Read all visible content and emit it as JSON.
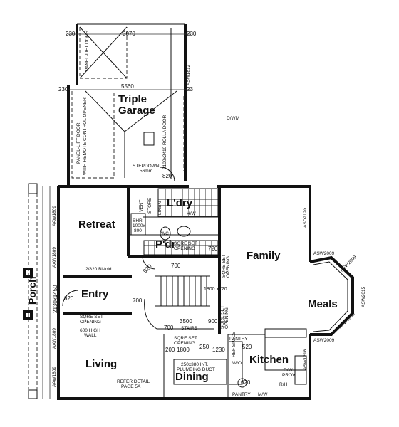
{
  "rooms": {
    "triple_garage_1": "Triple",
    "triple_garage_2": "Garage",
    "laundry": "L'dry",
    "retreat": "Retreat",
    "powder": "P'dr",
    "family": "Family",
    "entry": "Entry",
    "porch": "Porch",
    "meals": "Meals",
    "living": "Living",
    "kitchen": "Kitchen",
    "dining": "Dining"
  },
  "dimensions": {
    "garage_top_left": "230",
    "garage_top_mid": "3070",
    "garage_top_right": "230",
    "garage_mid_left": "230",
    "garage_mid_mid": "5560",
    "garage_mid_right": "23",
    "d820_a": "820",
    "d820_b": "820",
    "d700_a": "700",
    "d700_b": "700",
    "d700_c": "700",
    "d3500": "3500",
    "d900": "900",
    "d1800": "1800",
    "d250": "250",
    "d1230": "1230",
    "d200": "200",
    "d520": "520",
    "d620": "620",
    "d720": "720",
    "d920": "920",
    "d2130x1450": "2130x1450",
    "d1800x720": "1800 x720"
  },
  "annotations": {
    "panel_lift_door_top": "PANEL-LIFT DOOR",
    "panel_lift_door_main": "PANEL-LIFT DOOR",
    "remote_opener": "WITH REMOTE CONTROL OPENER",
    "rolla_door": "2100x2410 ROLLA DOOR",
    "asw1812": "ASW1812",
    "stepdown_1": "STEPDOWN",
    "stepdown_2": "56mm",
    "store": "STORE",
    "linen": "LINEN",
    "vent": "VENT",
    "shr": "SHR",
    "shr_size": "1000x",
    "shr_size2": "800",
    "wc": "WC",
    "hw": "H/W",
    "aw1809_a": "AAW1809",
    "aw1809_b": "AAW1809",
    "aw1809_c": "AAW1809",
    "aw1809_d": "AAW1809",
    "asd2120": "ASD2120",
    "asw2009_a": "ASW2009",
    "afw2009_a": "AFW2009",
    "asw2015": "ASW2015",
    "afw2009_b": "AFW2009",
    "asw2009_b": "ASW2009",
    "asw1218": "ASW1218",
    "sqre_set_1": "SQRE SET",
    "opening_1": "OPENING",
    "sqre_set_2": "SQRE SET",
    "opening_2": "OPENING",
    "sqre_set_3": "SQRE SET",
    "opening_3": "OPENING",
    "sqre_set_4": "SQRE SET",
    "opening_4": "OPENING",
    "sqre_set_5": "SQRE SET",
    "opening_5": "OPENING",
    "bifold": "2/820  Bi-fold",
    "high_wall_1": "600 HIGH",
    "high_wall_2": "WALL",
    "stairs": "STAIRS",
    "refer_1": "REFER DETAIL",
    "refer_2": "PAGE 5A",
    "duct_1": "250x380 INT.",
    "duct_2": "PLUMBING DUCT",
    "pantry_top": "PANTRY",
    "pantry_bottom": "PANTRY",
    "ref_space": "REF SPACE",
    "wo": "W/O",
    "dw_1": "D/W",
    "dw_2": "PROV.",
    "rh": "R/H",
    "mw": "M/W",
    "d_wm": "D/WM"
  }
}
